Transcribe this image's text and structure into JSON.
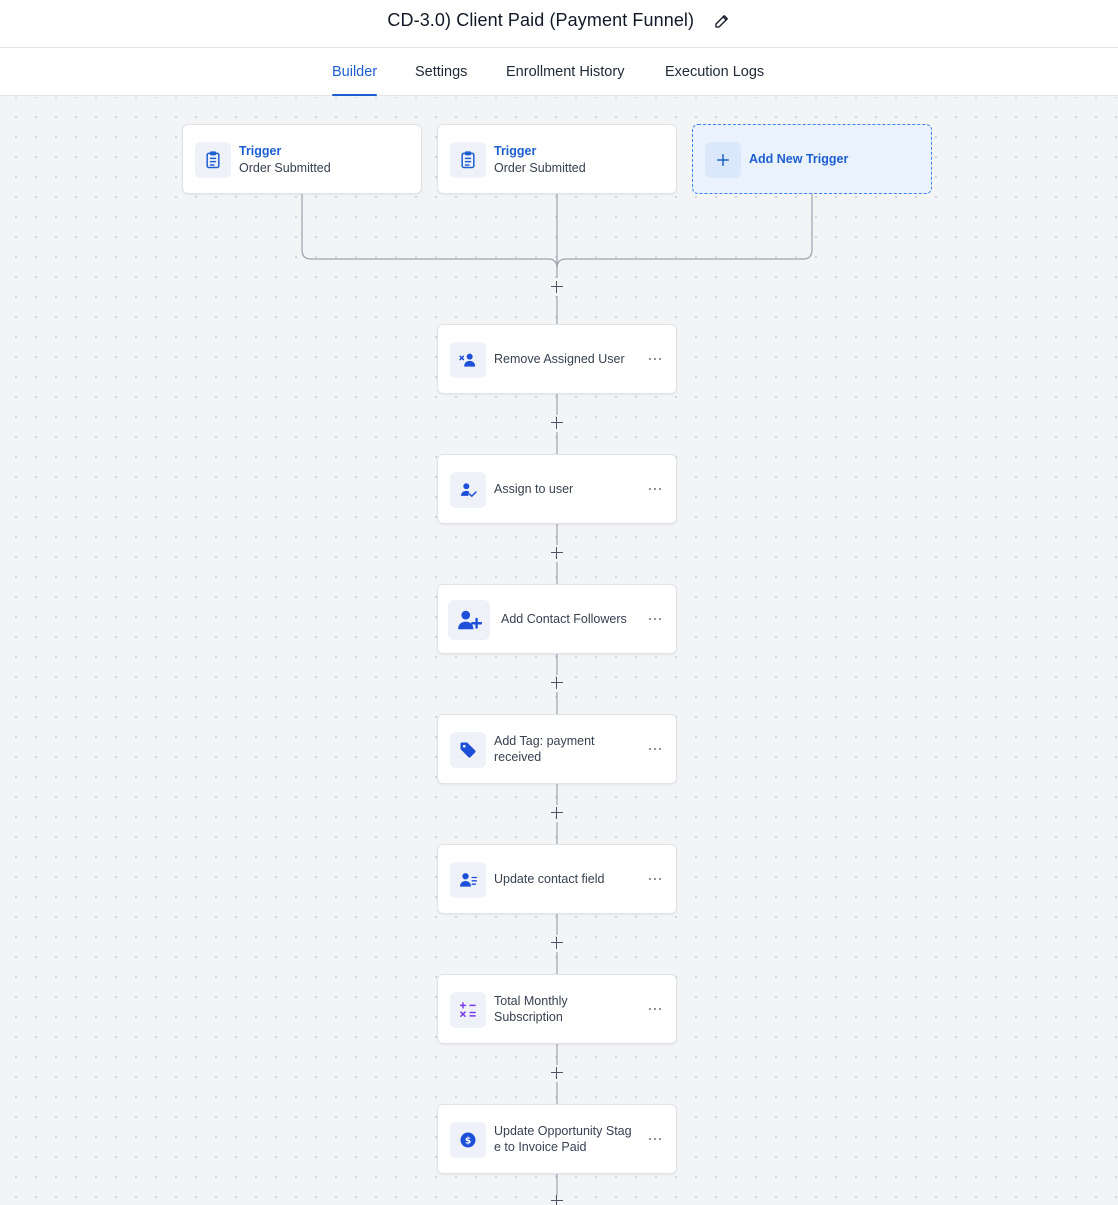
{
  "header": {
    "title": "CD-3.0) Client Paid (Payment Funnel)"
  },
  "tabs": [
    {
      "label": "Builder",
      "active": true
    },
    {
      "label": "Settings",
      "active": false
    },
    {
      "label": "Enrollment History",
      "active": false
    },
    {
      "label": "Execution Logs",
      "active": false
    }
  ],
  "triggers": [
    {
      "type": "Trigger",
      "label": "Order Submitted",
      "icon": "clipboard-list-icon"
    },
    {
      "type": "Trigger",
      "label": "Order Submitted",
      "icon": "clipboard-list-icon"
    }
  ],
  "add_trigger": {
    "label": "Add New Trigger",
    "icon": "plus-icon"
  },
  "actions": [
    {
      "label": "Remove Assigned User",
      "icon": "user-remove-icon"
    },
    {
      "label": "Assign to user",
      "icon": "user-check-icon"
    },
    {
      "label": "Add Contact Followers",
      "icon": "user-add-icon"
    },
    {
      "label": "Add Tag: payment received",
      "icon": "tag-icon"
    },
    {
      "label": "Update contact field",
      "icon": "user-edit-icon"
    },
    {
      "label": "Total Monthly Subscription",
      "icon": "math-operators-icon"
    },
    {
      "label": "Update Opportunity Stage to Invoice Paid",
      "icon": "dollar-circle-icon"
    }
  ],
  "colors": {
    "accent": "#1d5fd1",
    "icon_blue": "#2563eb",
    "icon_purple": "#7c3aed"
  }
}
